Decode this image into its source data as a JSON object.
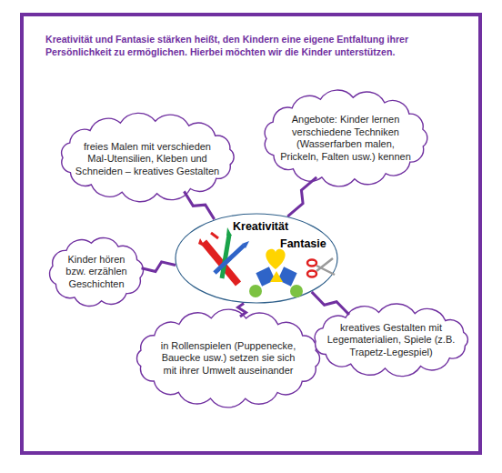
{
  "diagram": {
    "title": "Kreativität und Fantasie stärken heißt, den Kindern eine eigene Entfaltung ihrer Persönlichkeit zu ermöglichen. Hierbei möchten wir die Kinder unterstützen.",
    "nodes": [
      {
        "text": [
          "freies Malen mit verschieden Mal-Utensilien, Kleben und Schneiden – kreatives Gestalten"
        ]
      },
      {
        "text": [
          "Angebote: Kinder lernen verschiedene Techniken (Wasserfarben malen, Prickeln, Falten usw.) kennen"
        ]
      },
      {
        "text": [
          "Kinder hören bzw. erzählen Geschichten"
        ]
      },
      {
        "text": [
          "Kreativität",
          "Fantasie"
        ]
      },
      {
        "text": [
          "in Rollenspielen (Puppenecke, Bauecke usw.) setzen sie sich mit ihrer Umwelt auseinander"
        ]
      },
      {
        "text": [
          "kreatives Gestalten mit Legematerialien, Spiele (z.B. Trapetz-Legespiel)"
        ]
      }
    ],
    "edges": [
      {
        "from": 0,
        "to": 3,
        "arrow": "none"
      },
      {
        "from": 1,
        "to": 3,
        "arrow": "none"
      },
      {
        "from": 2,
        "to": 3,
        "arrow": "none"
      },
      {
        "from": 4,
        "to": 3,
        "arrow": "none"
      },
      {
        "from": 5,
        "to": 3,
        "arrow": "none"
      }
    ]
  }
}
